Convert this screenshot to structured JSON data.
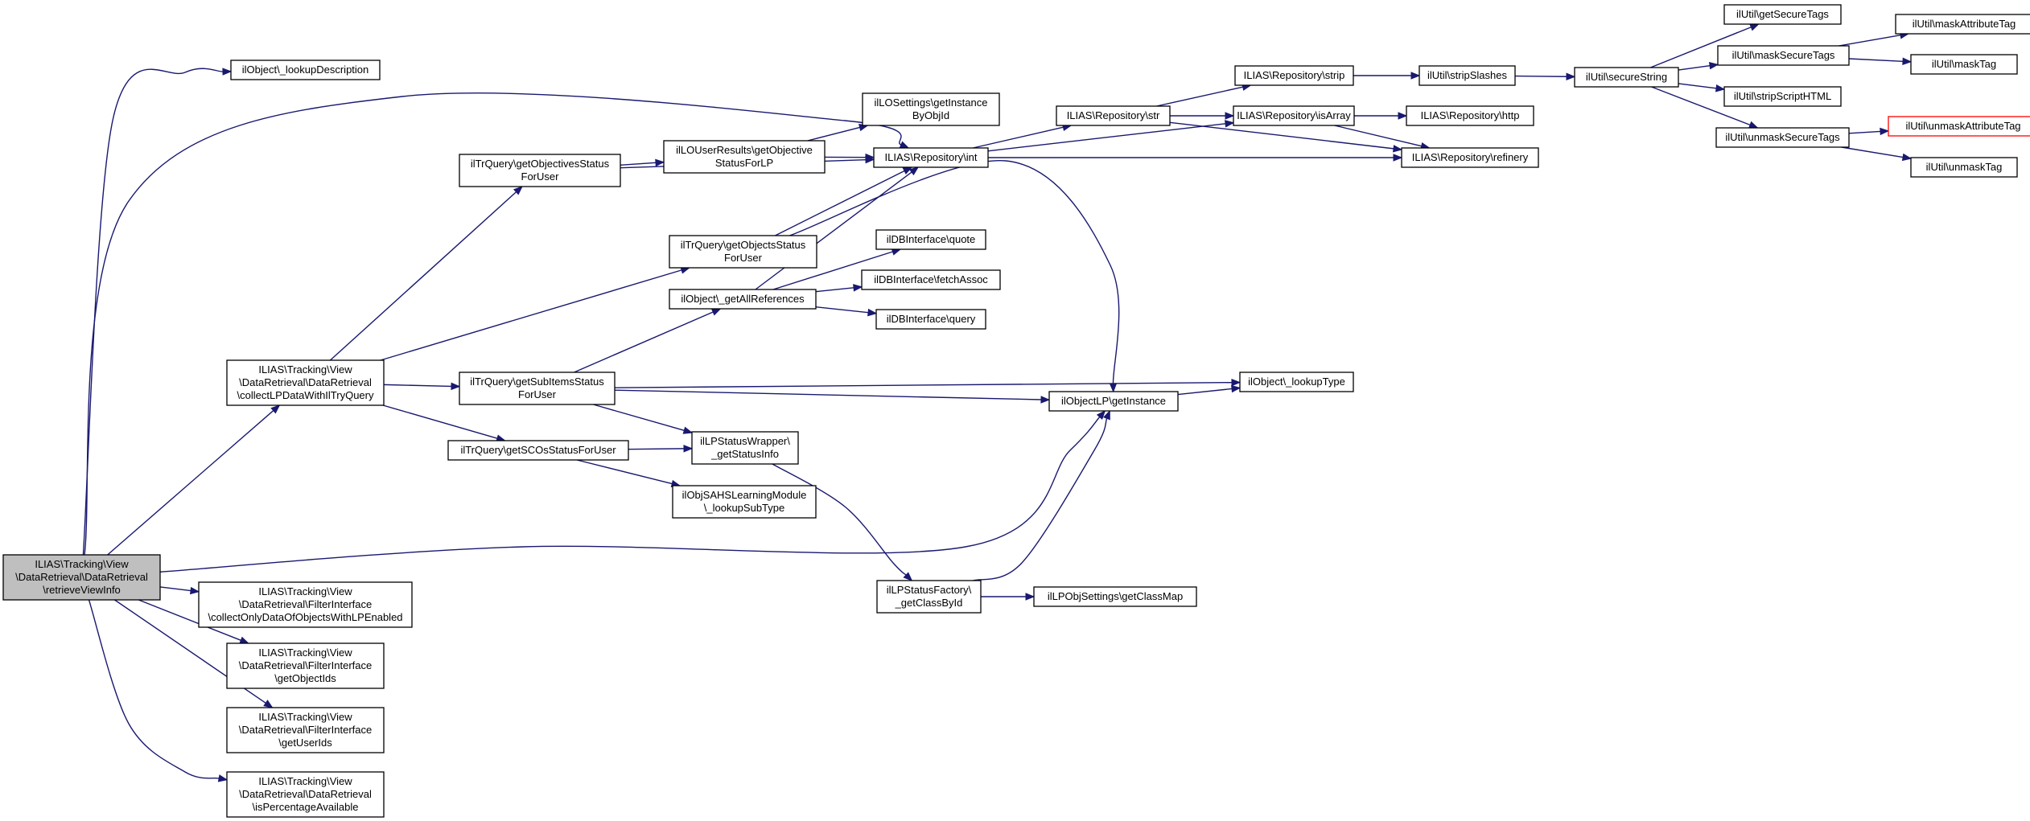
{
  "colors": {
    "edge": "#191970",
    "root_fill": "#bfbfbf",
    "node_border": "#000000",
    "truncated_border": "#ff0000"
  },
  "nodes": [
    {
      "id": "root",
      "lines": [
        "ILIAS\\Tracking\\View",
        "\\DataRetrieval\\DataRetrieval",
        "\\retrieveViewInfo"
      ]
    },
    {
      "id": "lookupDescription",
      "lines": [
        "ilObject\\_lookupDescription"
      ]
    },
    {
      "id": "collectLPData",
      "lines": [
        "ILIAS\\Tracking\\View",
        "\\DataRetrieval\\DataRetrieval",
        "\\collectLPDataWithIlTryQuery"
      ]
    },
    {
      "id": "collectOnlyData",
      "lines": [
        "ILIAS\\Tracking\\View",
        "\\DataRetrieval\\FilterInterface",
        "\\collectOnlyDataOfObjectsWithLPEnabled"
      ]
    },
    {
      "id": "getObjectIds",
      "lines": [
        "ILIAS\\Tracking\\View",
        "\\DataRetrieval\\FilterInterface",
        "\\getObjectIds"
      ]
    },
    {
      "id": "getUserIds",
      "lines": [
        "ILIAS\\Tracking\\View",
        "\\DataRetrieval\\FilterInterface",
        "\\getUserIds"
      ]
    },
    {
      "id": "isPercentage",
      "lines": [
        "ILIAS\\Tracking\\View",
        "\\DataRetrieval\\DataRetrieval",
        "\\isPercentageAvailable"
      ]
    },
    {
      "id": "getObjectivesStatus",
      "lines": [
        "ilTrQuery\\getObjectivesStatus",
        "ForUser"
      ]
    },
    {
      "id": "getSubItemsStatus",
      "lines": [
        "ilTrQuery\\getSubItemsStatus",
        "ForUser"
      ]
    },
    {
      "id": "getSCOsStatus",
      "lines": [
        "ilTrQuery\\getSCOsStatusForUser"
      ]
    },
    {
      "id": "getObjectsStatus",
      "lines": [
        "ilTrQuery\\getObjectsStatus",
        "ForUser"
      ]
    },
    {
      "id": "getObjectiveStatusForLP",
      "lines": [
        "ilLOUserResults\\getObjective",
        "StatusForLP"
      ]
    },
    {
      "id": "getAllReferences",
      "lines": [
        "ilObject\\_getAllReferences"
      ]
    },
    {
      "id": "getStatusInfo",
      "lines": [
        "ilLPStatusWrapper\\",
        "_getStatusInfo"
      ]
    },
    {
      "id": "lookupSubType",
      "lines": [
        "ilObjSAHSLearningModule",
        "\\_lookupSubType"
      ]
    },
    {
      "id": "getInstanceByObjId",
      "lines": [
        "ilLOSettings\\getInstance",
        "ByObjId"
      ]
    },
    {
      "id": "repoInt",
      "lines": [
        "ILIAS\\Repository\\int"
      ]
    },
    {
      "id": "dbQuote",
      "lines": [
        "ilDBInterface\\quote"
      ]
    },
    {
      "id": "dbFetchAssoc",
      "lines": [
        "ilDBInterface\\fetchAssoc"
      ]
    },
    {
      "id": "dbQuery",
      "lines": [
        "ilDBInterface\\query"
      ]
    },
    {
      "id": "getClassById",
      "lines": [
        "ilLPStatusFactory\\",
        "_getClassById"
      ]
    },
    {
      "id": "getClassMap",
      "lines": [
        "ilLPObjSettings\\getClassMap"
      ]
    },
    {
      "id": "lpGetInstance",
      "lines": [
        "ilObjectLP\\getInstance"
      ]
    },
    {
      "id": "repoStr",
      "lines": [
        "ILIAS\\Repository\\str"
      ]
    },
    {
      "id": "repoStrip",
      "lines": [
        "ILIAS\\Repository\\strip"
      ]
    },
    {
      "id": "repoIsArray",
      "lines": [
        "ILIAS\\Repository\\isArray"
      ]
    },
    {
      "id": "repoRefinery",
      "lines": [
        "ILIAS\\Repository\\refinery"
      ]
    },
    {
      "id": "repoHttp",
      "lines": [
        "ILIAS\\Repository\\http"
      ]
    },
    {
      "id": "lookupType",
      "lines": [
        "ilObject\\_lookupType"
      ]
    },
    {
      "id": "stripSlashes",
      "lines": [
        "ilUtil\\stripSlashes"
      ]
    },
    {
      "id": "secureString",
      "lines": [
        "ilUtil\\secureString"
      ]
    },
    {
      "id": "getSecureTags",
      "lines": [
        "ilUtil\\getSecureTags"
      ]
    },
    {
      "id": "maskSecureTags",
      "lines": [
        "ilUtil\\maskSecureTags"
      ]
    },
    {
      "id": "stripScriptHTML",
      "lines": [
        "ilUtil\\stripScriptHTML"
      ]
    },
    {
      "id": "unmaskSecureTags",
      "lines": [
        "ilUtil\\unmaskSecureTags"
      ]
    },
    {
      "id": "maskAttributeTag",
      "lines": [
        "ilUtil\\maskAttributeTag"
      ]
    },
    {
      "id": "maskTag",
      "lines": [
        "ilUtil\\maskTag"
      ]
    },
    {
      "id": "unmaskAttributeTag",
      "lines": [
        "ilUtil\\unmaskAttributeTag"
      ]
    },
    {
      "id": "unmaskTag",
      "lines": [
        "ilUtil\\unmaskTag"
      ]
    }
  ],
  "edges": [
    {
      "from": "root",
      "to": "lookupDescription"
    },
    {
      "from": "root",
      "to": "repoInt"
    },
    {
      "from": "root",
      "to": "collectLPData"
    },
    {
      "from": "root",
      "to": "lpGetInstance"
    },
    {
      "from": "root",
      "to": "collectOnlyData"
    },
    {
      "from": "root",
      "to": "getObjectIds"
    },
    {
      "from": "root",
      "to": "getUserIds"
    },
    {
      "from": "root",
      "to": "isPercentage"
    },
    {
      "from": "collectLPData",
      "to": "getObjectivesStatus"
    },
    {
      "from": "collectLPData",
      "to": "getObjectsStatus"
    },
    {
      "from": "collectLPData",
      "to": "getSubItemsStatus"
    },
    {
      "from": "collectLPData",
      "to": "getSCOsStatus"
    },
    {
      "from": "getObjectivesStatus",
      "to": "getObjectiveStatusForLP"
    },
    {
      "from": "getObjectivesStatus",
      "to": "repoInt"
    },
    {
      "from": "getObjectiveStatusForLP",
      "to": "getInstanceByObjId"
    },
    {
      "from": "getObjectiveStatusForLP",
      "to": "repoInt"
    },
    {
      "from": "getObjectsStatus",
      "to": "repoInt"
    },
    {
      "from": "getObjectsStatus",
      "to": "lpGetInstance"
    },
    {
      "from": "getAllReferences",
      "to": "repoInt"
    },
    {
      "from": "getAllReferences",
      "to": "dbQuote"
    },
    {
      "from": "getAllReferences",
      "to": "dbFetchAssoc"
    },
    {
      "from": "getAllReferences",
      "to": "dbQuery"
    },
    {
      "from": "getSubItemsStatus",
      "to": "getAllReferences"
    },
    {
      "from": "getSubItemsStatus",
      "to": "lookupType"
    },
    {
      "from": "getSubItemsStatus",
      "to": "lpGetInstance"
    },
    {
      "from": "getSubItemsStatus",
      "to": "getStatusInfo"
    },
    {
      "from": "getSCOsStatus",
      "to": "getStatusInfo"
    },
    {
      "from": "getSCOsStatus",
      "to": "lookupSubType"
    },
    {
      "from": "getStatusInfo",
      "to": "getClassById"
    },
    {
      "from": "getClassById",
      "to": "lpGetInstance"
    },
    {
      "from": "getClassById",
      "to": "getClassMap"
    },
    {
      "from": "lpGetInstance",
      "to": "lookupType"
    },
    {
      "from": "repoInt",
      "to": "repoStr"
    },
    {
      "from": "repoInt",
      "to": "repoIsArray"
    },
    {
      "from": "repoInt",
      "to": "repoRefinery"
    },
    {
      "from": "repoStr",
      "to": "repoStrip"
    },
    {
      "from": "repoStr",
      "to": "repoIsArray"
    },
    {
      "from": "repoStr",
      "to": "repoRefinery"
    },
    {
      "from": "repoIsArray",
      "to": "repoHttp"
    },
    {
      "from": "repoIsArray",
      "to": "repoRefinery"
    },
    {
      "from": "repoStrip",
      "to": "stripSlashes"
    },
    {
      "from": "stripSlashes",
      "to": "secureString"
    },
    {
      "from": "secureString",
      "to": "getSecureTags"
    },
    {
      "from": "secureString",
      "to": "maskSecureTags"
    },
    {
      "from": "secureString",
      "to": "stripScriptHTML"
    },
    {
      "from": "secureString",
      "to": "unmaskSecureTags"
    },
    {
      "from": "maskSecureTags",
      "to": "maskAttributeTag"
    },
    {
      "from": "maskSecureTags",
      "to": "maskTag"
    },
    {
      "from": "unmaskSecureTags",
      "to": "unmaskAttributeTag"
    },
    {
      "from": "unmaskSecureTags",
      "to": "unmaskTag"
    }
  ]
}
